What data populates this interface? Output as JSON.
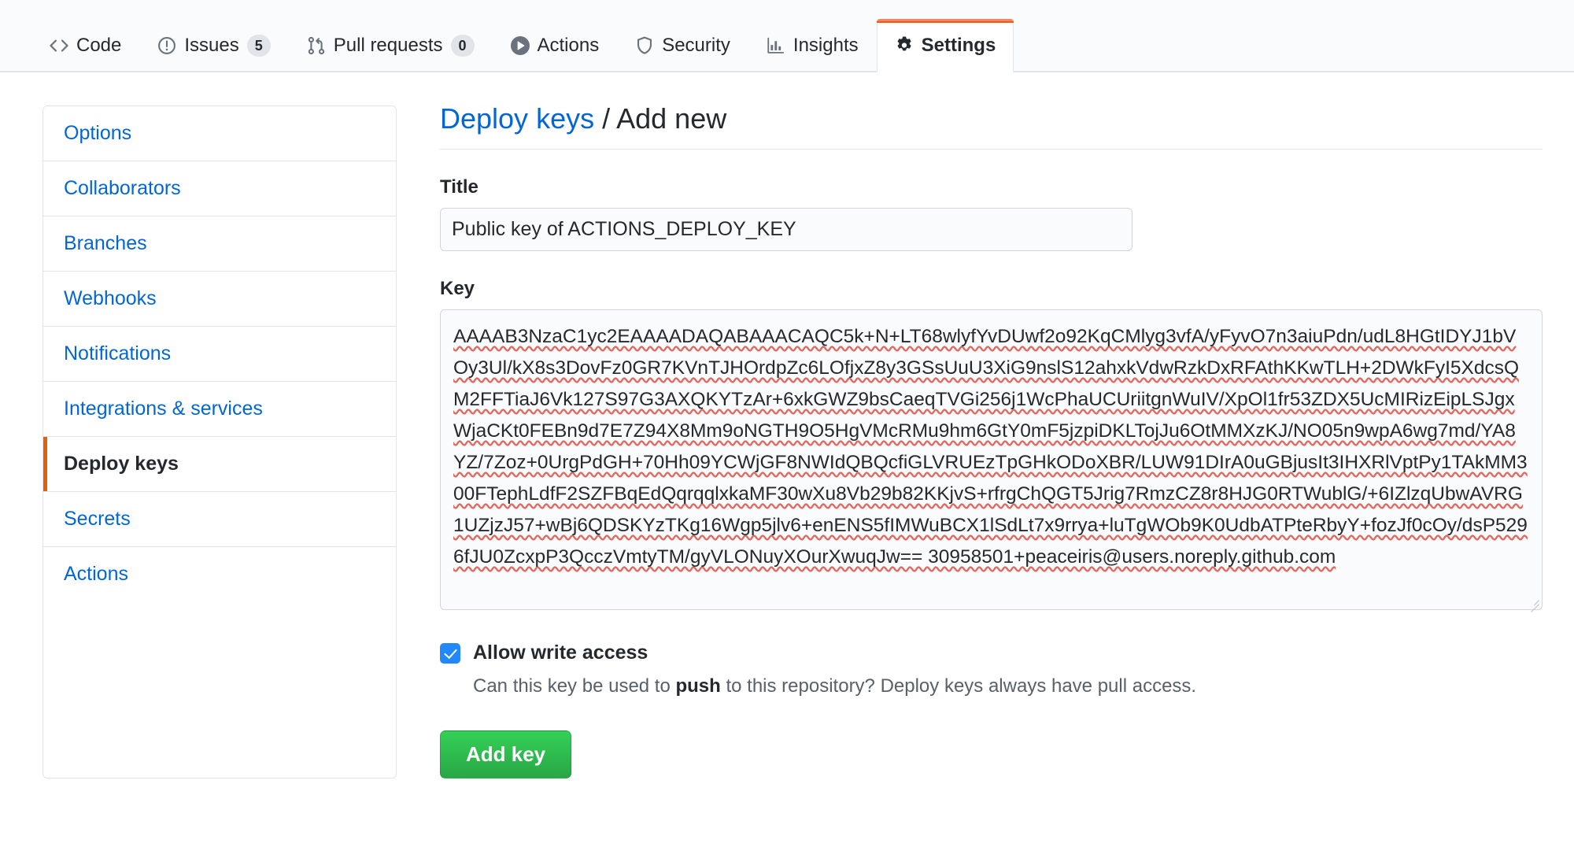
{
  "nav": {
    "tabs": [
      {
        "label": "Code",
        "icon": "code-icon",
        "counter": null,
        "selected": false
      },
      {
        "label": "Issues",
        "icon": "issue-icon",
        "counter": "5",
        "selected": false
      },
      {
        "label": "Pull requests",
        "icon": "git-pull-request-icon",
        "counter": "0",
        "selected": false
      },
      {
        "label": "Actions",
        "icon": "play-icon",
        "counter": null,
        "selected": false
      },
      {
        "label": "Security",
        "icon": "shield-icon",
        "counter": null,
        "selected": false
      },
      {
        "label": "Insights",
        "icon": "graph-icon",
        "counter": null,
        "selected": false
      },
      {
        "label": "Settings",
        "icon": "gear-icon",
        "counter": null,
        "selected": true
      }
    ]
  },
  "sidebar": {
    "items": [
      {
        "label": "Options",
        "selected": false
      },
      {
        "label": "Collaborators",
        "selected": false
      },
      {
        "label": "Branches",
        "selected": false
      },
      {
        "label": "Webhooks",
        "selected": false
      },
      {
        "label": "Notifications",
        "selected": false
      },
      {
        "label": "Integrations & services",
        "selected": false
      },
      {
        "label": "Deploy keys",
        "selected": true
      },
      {
        "label": "Secrets",
        "selected": false
      },
      {
        "label": "Actions",
        "selected": false
      }
    ]
  },
  "main": {
    "heading_link": "Deploy keys",
    "heading_separator": "/",
    "heading_current": "Add new",
    "title_label": "Title",
    "title_value": "Public key of ACTIONS_DEPLOY_KEY",
    "title_placeholder": "",
    "key_label": "Key",
    "key_value": "AAAAB3NzaC1yc2EAAAADAQABAAACAQC5k+N+LT68wlyfYvDUwf2o92KqCMlyg3vfA/yFyvO7n3aiuPdn/udL8HGtIDYJ1bVOy3Ul/kX8s3DovFz0GR7KVnTJHOrdpZc6LOfjxZ8y3GSsUuU3XiG9nslS12ahxkVdwRzkDxRFAthKKwTLH+2DWkFyI5XdcsQM2FFTiaJ6Vk127S97G3AXQKYTzAr+6xkGWZ9bsCaeqTVGi256j1WcPhaUCUriitgnWuIV/XpOl1fr53ZDX5UcMIRizEipLSJgxWjaCKt0FEBn9d7E7Z94X8Mm9oNGTH9O5HgVMcRMu9hm6GtY0mF5jzpiDKLTojJu6OtMMXzKJ/NO05n9wpA6wg7md/YA8YZ/7Zoz+0UrgPdGH+70Hh09YCWjGF8NWIdQBQcfiGLVRUEzTpGHkODoXBR/LUW91DIrA0uGBjusIt3IHXRlVptPy1TAkMM300FTephLdfF2SZFBqEdQqrqqlxkaMF30wXu8Vb29b82KKjvS+rfrgChQGT5Jrig7RmzCZ8r8HJG0RTWublG/+6IZlzqUbwAVRG1UZjzJ57+wBj6QDSKYzTKg16Wgp5jlv6+enENS5fIMWuBCX1lSdLt7x9rrya+luTgWOb9K0UdbATPteRbyY+fozJf0cOy/dsP5296fJU0ZcxpP3QcczVmtyTM/gyVLONuyXOurXwuqJw== 30958501+peaceiris@users.noreply.github.com",
    "key_placeholder": "",
    "allow_write_label": "Allow write access",
    "allow_write_checked": true,
    "allow_write_note_before": "Can this key be used to ",
    "allow_write_note_bold": "push",
    "allow_write_note_after": " to this repository? Deploy keys always have pull access.",
    "submit_label": "Add key"
  },
  "colors": {
    "accent_orange": "#e36209",
    "link_blue": "#0366d6",
    "button_green": "#28a745",
    "checkbox_blue": "#2188ff",
    "spellcheck_red": "#dc5046"
  }
}
